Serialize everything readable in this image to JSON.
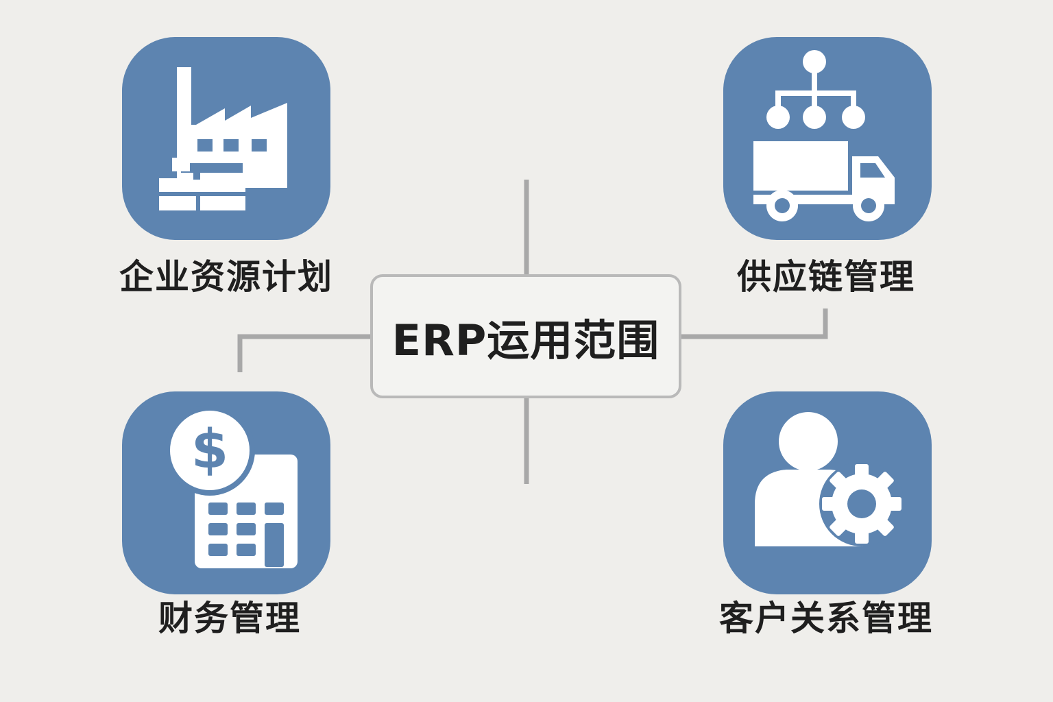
{
  "center": {
    "title": "ERP运用范围"
  },
  "nodes": {
    "erp_planning": {
      "label": "企业资源计划",
      "icon": "factory-icon"
    },
    "supply_chain": {
      "label": "供应链管理",
      "icon": "supply-chain-truck-icon"
    },
    "finance": {
      "label": "财务管理",
      "icon": "finance-calculator-icon"
    },
    "crm": {
      "label": "客户关系管理",
      "icon": "user-gear-icon"
    }
  },
  "colors": {
    "tile": "#5d84b0",
    "icon": "#ffffff",
    "background": "#efeeeb",
    "connector": "#a8a8a8",
    "text": "#1f1f1f"
  }
}
